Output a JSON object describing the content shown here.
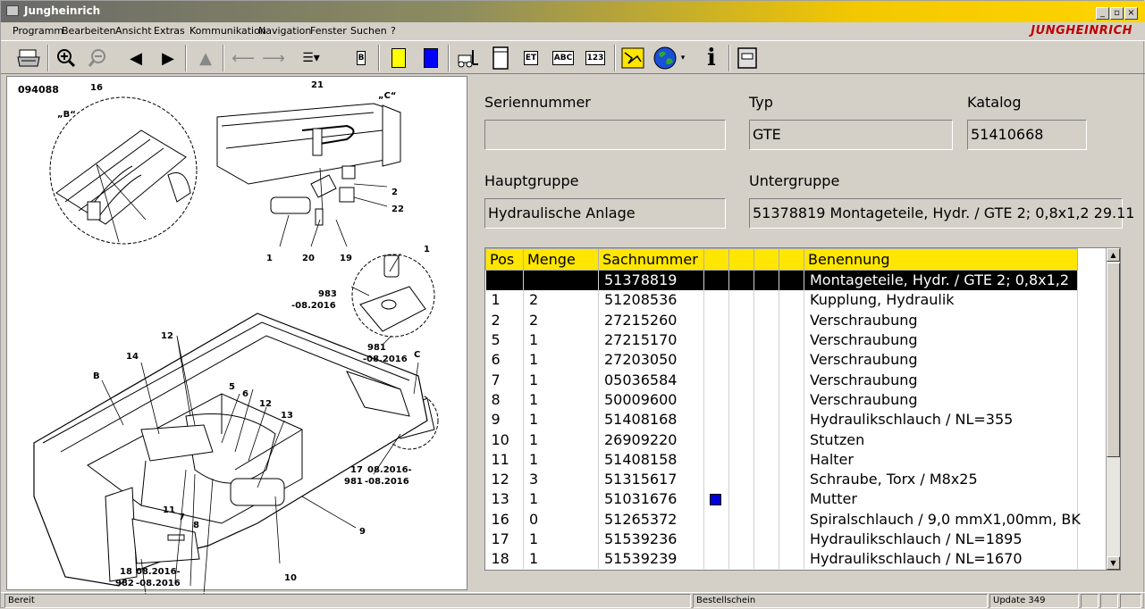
{
  "window": {
    "title": "Jungheinrich",
    "brand": "JUNGHEINRICH"
  },
  "menu": [
    "Programm",
    "Bearbeiten",
    "Ansicht",
    "Extras",
    "Kommunikation",
    "Navigation",
    "Fenster",
    "Suchen",
    "?"
  ],
  "toolbar": {
    "box_b": "B",
    "box_et": "ET",
    "box_abc": "ABC",
    "box_123": "123",
    "info": "i",
    "color_yellow": "#ffff00",
    "color_blue": "#0000ff"
  },
  "drawing": {
    "number": "094088",
    "labels": [
      "16",
      "„B“",
      "21",
      "„C“",
      "2",
      "22",
      "1",
      "20",
      "19",
      "1",
      "983",
      "-08.2016",
      "981",
      "-08.2016",
      "12",
      "C",
      "14",
      "B",
      "5",
      "6",
      "12",
      "13",
      "17",
      "08.2016-",
      "981",
      "-08.2016",
      "11",
      "7",
      "8",
      "9",
      "18",
      "08.2016-",
      "982",
      "-08.2016",
      "10"
    ]
  },
  "fields": {
    "serial_label": "Seriennummer",
    "serial_value": "",
    "type_label": "Typ",
    "type_value": "GTE",
    "catalog_label": "Katalog",
    "catalog_value": "51410668",
    "main_group_label": "Hauptgruppe",
    "main_group_value": "Hydraulische Anlage",
    "sub_group_label": "Untergruppe",
    "sub_group_value": "51378819  Montageteile, Hydr. / GTE 2; 0,8x1,2 29.11"
  },
  "grid": {
    "headers": {
      "pos": "Pos",
      "qty": "Menge",
      "part": "Sachnummer",
      "c1": "",
      "c2": "",
      "c3": "",
      "c4": "",
      "name": "Benennung"
    },
    "rows": [
      {
        "pos": "",
        "qty": "",
        "part": "51378819",
        "flag": false,
        "name": "Montageteile, Hydr. / GTE 2; 0,8x1,2"
      },
      {
        "pos": "1",
        "qty": "2",
        "part": "51208536",
        "flag": false,
        "name": "Kupplung, Hydraulik"
      },
      {
        "pos": "2",
        "qty": "2",
        "part": "27215260",
        "flag": false,
        "name": "Verschraubung"
      },
      {
        "pos": "5",
        "qty": "1",
        "part": "27215170",
        "flag": false,
        "name": "Verschraubung"
      },
      {
        "pos": "6",
        "qty": "1",
        "part": "27203050",
        "flag": false,
        "name": "Verschraubung"
      },
      {
        "pos": "7",
        "qty": "1",
        "part": "05036584",
        "flag": false,
        "name": "Verschraubung"
      },
      {
        "pos": "8",
        "qty": "1",
        "part": "50009600",
        "flag": false,
        "name": "Verschraubung"
      },
      {
        "pos": "9",
        "qty": "1",
        "part": "51408168",
        "flag": false,
        "name": "Hydraulikschlauch / NL=355"
      },
      {
        "pos": "10",
        "qty": "1",
        "part": "26909220",
        "flag": false,
        "name": "Stutzen"
      },
      {
        "pos": "11",
        "qty": "1",
        "part": "51408158",
        "flag": false,
        "name": "Halter"
      },
      {
        "pos": "12",
        "qty": "3",
        "part": "51315617",
        "flag": false,
        "name": "Schraube, Torx / M8x25"
      },
      {
        "pos": "13",
        "qty": "1",
        "part": "51031676",
        "flag": true,
        "name": "Mutter"
      },
      {
        "pos": "16",
        "qty": "0",
        "part": "51265372",
        "flag": false,
        "name": "Spiralschlauch / 9,0 mmX1,00mm,  BK"
      },
      {
        "pos": "17",
        "qty": "1",
        "part": "51539236",
        "flag": false,
        "name": "Hydraulikschlauch / NL=1895"
      },
      {
        "pos": "18",
        "qty": "1",
        "part": "51539239",
        "flag": false,
        "name": "Hydraulikschlauch / NL=1670"
      }
    ],
    "selected_index": 0
  },
  "status": {
    "left": "Bereit",
    "middle": "Bestellschein",
    "right": "Update 349"
  }
}
